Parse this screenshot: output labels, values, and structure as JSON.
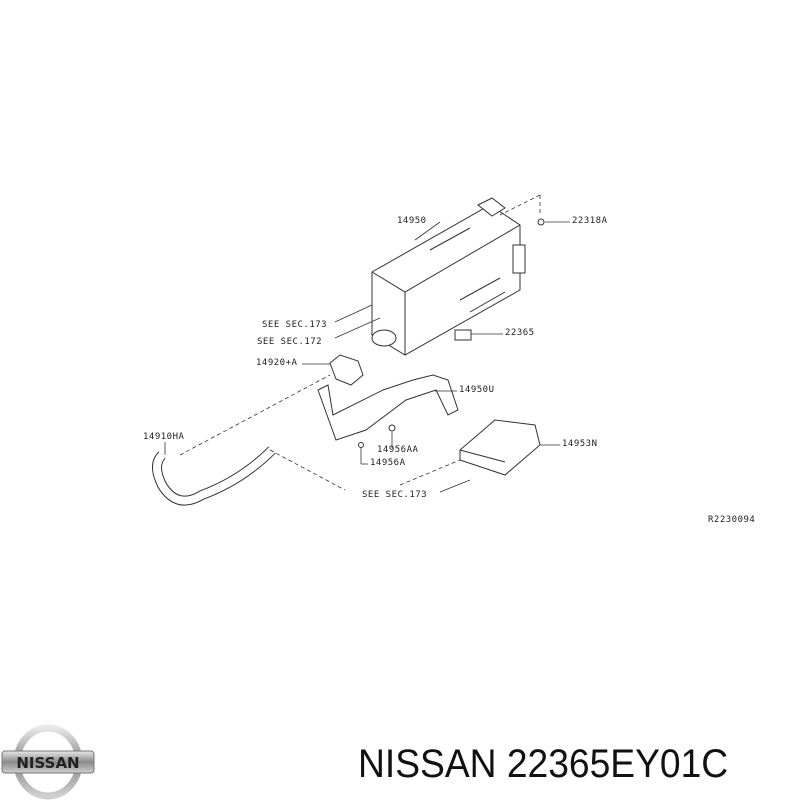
{
  "diagram": {
    "callouts": {
      "canister": "14950",
      "bolt": "22318A",
      "see_sec_173_upper": "SEE SEC.173",
      "see_sec_172": "SEE SEC.172",
      "valve": "22365",
      "connector": "14920+A",
      "bracket": "14950U",
      "hose": "14910HA",
      "nut": "14956AA",
      "filter": "14953N",
      "bolt_lower": "14956A",
      "see_sec_173_lower": "SEE SEC.173"
    },
    "reference": "R2230094"
  },
  "brand": {
    "logo_text": "NISSAN"
  },
  "title": "NISSAN 22365EY01C"
}
